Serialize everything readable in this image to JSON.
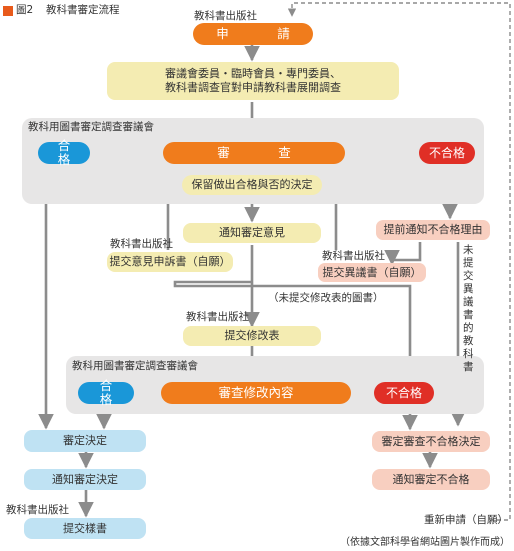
{
  "figure": {
    "number": "圖2",
    "title": "教科書審定流程",
    "credit": "（依據文部科學省網站圖片製作而成）"
  },
  "colors": {
    "orange": "#f07c1c",
    "yellow": "#f4ecb2",
    "blue": "#1a97d8",
    "light_blue": "#bfe2f3",
    "red": "#e02f26",
    "pink": "#f8cfc0",
    "panel": "#e7e6e6",
    "arrow": "#8c8c8c"
  },
  "nodes": {
    "publisher_top": "教科書出版社",
    "apply": "申　請",
    "investigation_line1": "審議會委員・臨時會員・專門委員、",
    "investigation_line2": "教科書調查官對申請教科書展開調查",
    "council1": "教科用圖書審定調查審議會",
    "pass1": "合　格",
    "review": "審　查",
    "fail1": "不合格",
    "reserve_decision": "保留做出合格與否的決定",
    "notify_opinion": "通知審定意見",
    "publisher_mid_left": "教科書出版社",
    "submit_opinion_appeal": "提交意見申訴書（自願）",
    "prior_fail_notice": "提前通知不合格理由",
    "publisher_mid_right": "教科書出版社",
    "submit_objection": "提交異議書（自願）",
    "not_submitted_vertical": "未提交異議書的教科書",
    "not_submitted_revised": "（未提交修改表的圖書）",
    "publisher_revision": "教科書出版社",
    "submit_revision": "提交修改表",
    "council2": "教科用圖書審定調查審議會",
    "pass2": "合　格",
    "review_revision": "審查修改內容",
    "fail2": "不合格",
    "approval_decision": "審定決定",
    "notify_approval": "通知審定決定",
    "publisher_bottom": "教科書出版社",
    "submit_sample": "提交樣書",
    "fail_decision": "審定審查不合格決定",
    "notify_fail": "通知審定不合格",
    "reapply": "重新申請（自願）"
  }
}
